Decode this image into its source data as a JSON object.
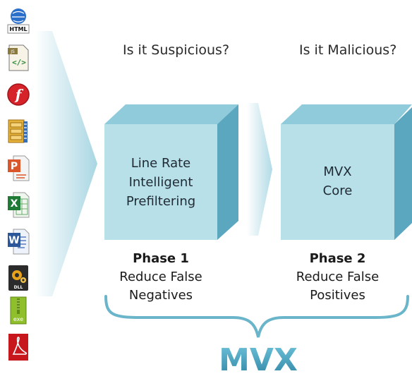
{
  "file_icons": [
    {
      "name": "html-file-icon",
      "label": "HTML"
    },
    {
      "name": "js-file-icon",
      "label": "JS"
    },
    {
      "name": "flash-file-icon",
      "label": "f"
    },
    {
      "name": "archive-file-icon",
      "label": ""
    },
    {
      "name": "powerpoint-file-icon",
      "label": "P"
    },
    {
      "name": "excel-file-icon",
      "label": "X"
    },
    {
      "name": "word-file-icon",
      "label": "W"
    },
    {
      "name": "dll-file-icon",
      "label": "DLL"
    },
    {
      "name": "exe-file-icon",
      "label": "exe"
    },
    {
      "name": "pdf-file-icon",
      "label": ""
    }
  ],
  "questions": {
    "phase1": "Is it Suspicious?",
    "phase2": "Is it Malicious?"
  },
  "cubes": {
    "cube1": [
      "Line Rate",
      "Intelligent",
      "Prefiltering"
    ],
    "cube2": [
      "MVX",
      "Core"
    ]
  },
  "phases": {
    "phase1": {
      "title": "Phase 1",
      "line1": "Reduce False",
      "line2": "Negatives"
    },
    "phase2": {
      "title": "Phase 2",
      "line1": "Reduce False",
      "line2": "Positives"
    }
  },
  "footer_title": "MVX",
  "colors": {
    "cube_front": "#b6dfe8",
    "cube_top": "#8ac9da",
    "cube_side": "#5ea9c0",
    "arrow": "#b8dee8",
    "brace": "#69b6cc",
    "mvx": "#3d9bb8"
  }
}
